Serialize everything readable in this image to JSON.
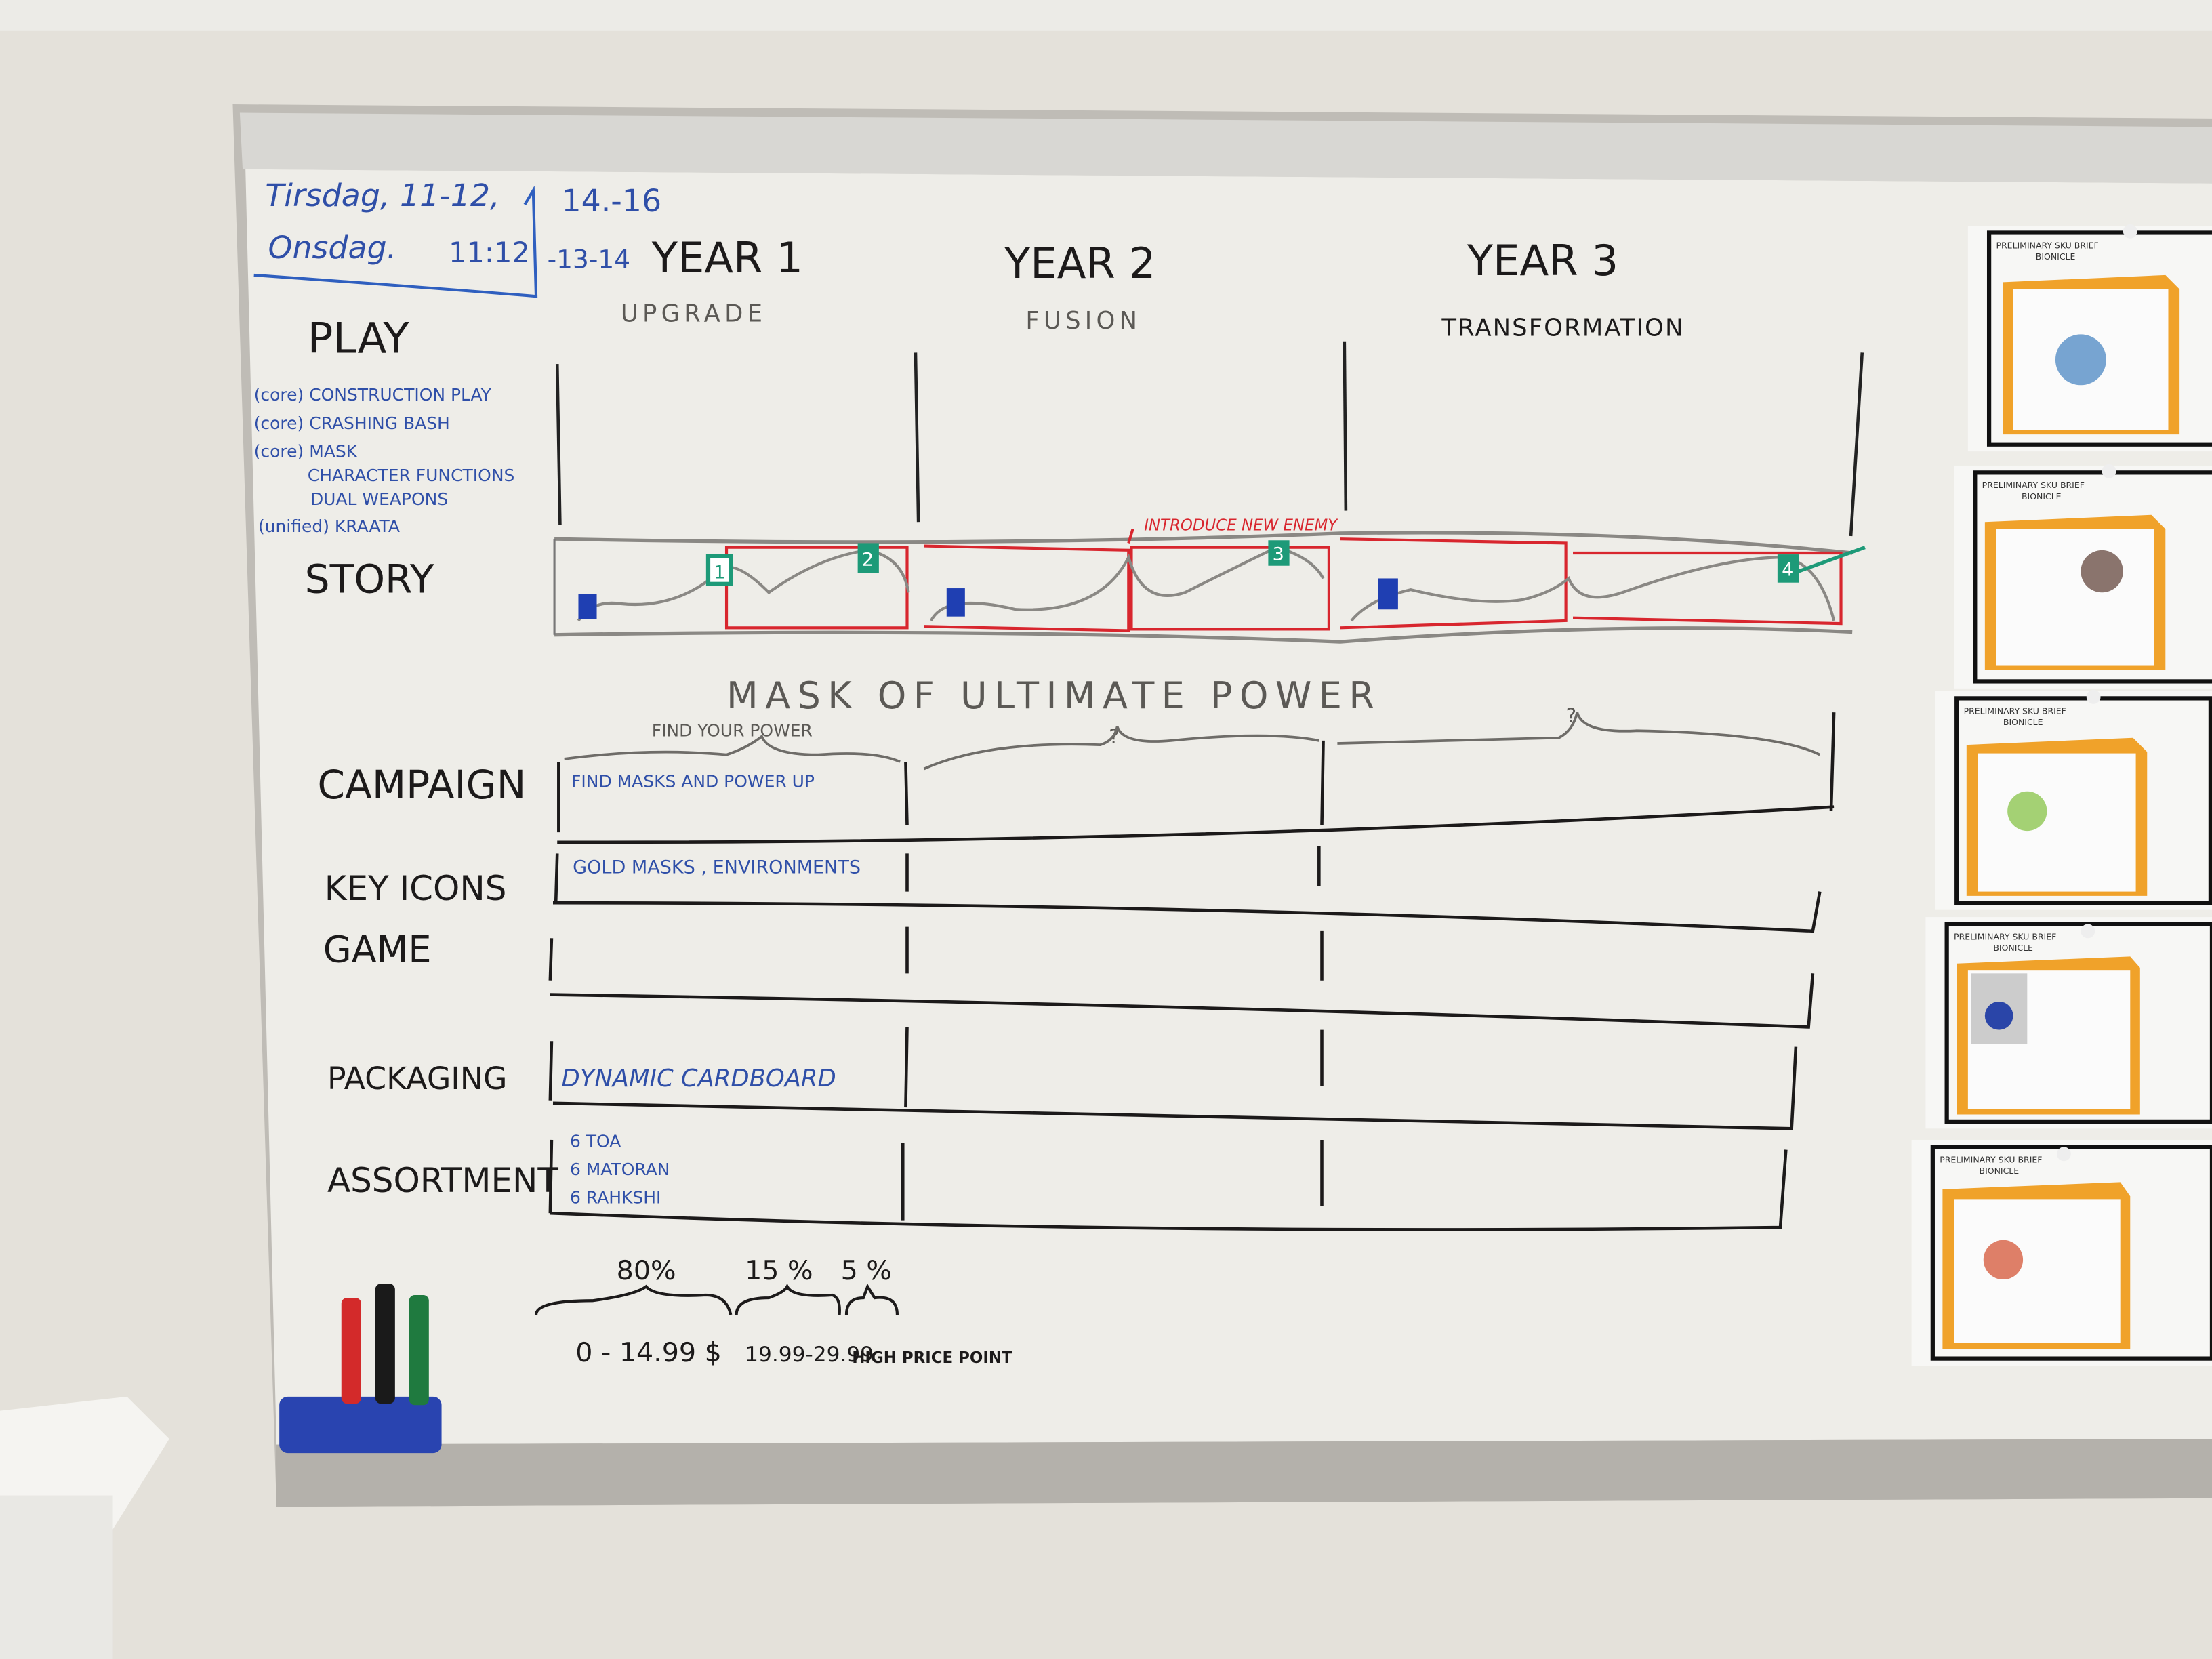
{
  "meeting_note": {
    "line1": "Tirsdag, 11-12,",
    "line1_right": "14.-16",
    "line2": "Onsdag.",
    "line2_mid": "11:12",
    "line2_right": "-13-14"
  },
  "years": [
    {
      "title": "YEAR 1",
      "theme": "UPGRADE"
    },
    {
      "title": "YEAR 2",
      "theme": "FUSION"
    },
    {
      "title": "YEAR 3",
      "theme": "TRANSFORMATION"
    }
  ],
  "rows": {
    "play": "PLAY",
    "story": "STORY",
    "campaign": "CAMPAIGN",
    "key_icons": "KEY ICONS",
    "game": "GAME",
    "packaging": "PACKAGING",
    "assortment": "ASSORTMENT"
  },
  "play_items": [
    "(core) CONSTRUCTION PLAY",
    "(core) CRASHING BASH",
    "(core) MASK",
    "CHARACTER FUNCTIONS",
    "DUAL WEAPONS",
    "(unified) KRAATA"
  ],
  "story": {
    "annotation": "INTRODUCE NEW ENEMY",
    "markers": [
      "1",
      "2",
      "3",
      "4"
    ]
  },
  "campaign": {
    "theme": "MASK OF ULTIMATE POWER",
    "year1_title": "FIND YOUR POWER",
    "year1_text": "FIND MASKS AND POWER UP",
    "year2_title": "?",
    "year3_title": "?"
  },
  "key_icons": {
    "year1": "GOLD MASKS , ENVIRONMENTS"
  },
  "packaging": {
    "year1": "DYNAMIC CARDBOARD"
  },
  "assortment": {
    "year1": [
      "6 TOA",
      "6 MATORAN",
      "6 RAHKSHI"
    ]
  },
  "pricing": [
    {
      "share": "80%",
      "range": "0 - 14.99 $"
    },
    {
      "share": "15 %",
      "range": "19.99-29.99"
    },
    {
      "share": "5 %",
      "range": "HIGH PRICE POINT"
    }
  ],
  "sku_sheets": {
    "title": "PRELIMINARY SKU BRIEF",
    "brand": "BIONICLE",
    "count": 5
  },
  "colors": {
    "marker_black": "#1c1a1a",
    "marker_blue": "#2f4fa8",
    "marker_red": "#d8262e",
    "marker_green": "#1d9a78",
    "board": "#efeee9",
    "wall": "#e4e1da",
    "sku_orange": "#f0a22a"
  }
}
